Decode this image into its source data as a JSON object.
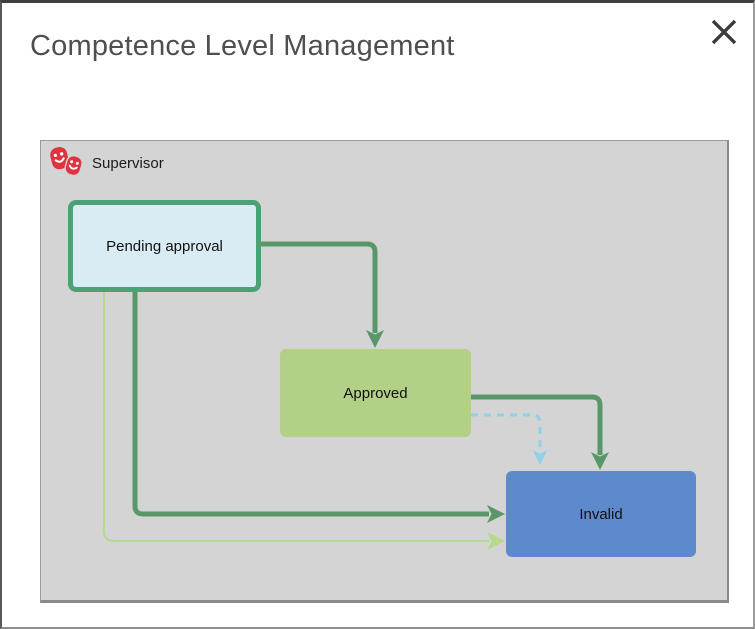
{
  "dialog": {
    "title": "Competence Level Management",
    "close_icon": "close"
  },
  "diagram": {
    "lane": {
      "label": "Supervisor",
      "icon": "roles-masks-icon",
      "icon_color": "#dd3440",
      "background": "#d4d4d4"
    },
    "nodes": [
      {
        "id": "pending",
        "label": "Pending approval",
        "fill": "#d9ecf3",
        "border": "#4ca175"
      },
      {
        "id": "approved",
        "label": "Approved",
        "fill": "#b2d086"
      },
      {
        "id": "invalid",
        "label": "Invalid",
        "fill": "#5c8acd"
      }
    ],
    "edges": [
      {
        "from": "pending",
        "to": "approved",
        "style": "solid",
        "weight": "thick",
        "color": "#5a9768"
      },
      {
        "from": "approved",
        "to": "invalid",
        "style": "solid",
        "weight": "thick",
        "color": "#5a9768"
      },
      {
        "from": "approved",
        "to": "invalid",
        "style": "dashed",
        "weight": "thin",
        "color": "#93d0e8"
      },
      {
        "from": "pending",
        "to": "invalid",
        "style": "solid",
        "weight": "thick",
        "color": "#5a9768"
      },
      {
        "from": "pending",
        "to": "invalid",
        "style": "solid",
        "weight": "thin",
        "color": "#b5d98d"
      }
    ]
  }
}
